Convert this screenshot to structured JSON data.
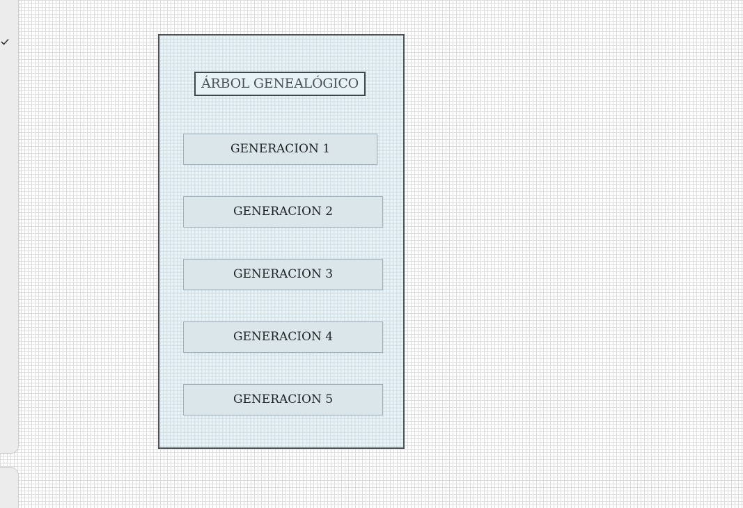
{
  "frame": {
    "title": "ÁRBOL GENEALÓGICO",
    "buttons": [
      {
        "label": "GENERACION 1"
      },
      {
        "label": "GENERACION 2"
      },
      {
        "label": "GENERACION 3"
      },
      {
        "label": "GENERACION 4"
      },
      {
        "label": "GENERACION 5"
      }
    ]
  },
  "left_panel": {
    "icon": "check-icon"
  },
  "colors": {
    "frame_border": "#4a5256",
    "frame_fill": "#e0f0f6",
    "button_fill": "#dbe6ea",
    "button_border": "#9fb0b8"
  }
}
